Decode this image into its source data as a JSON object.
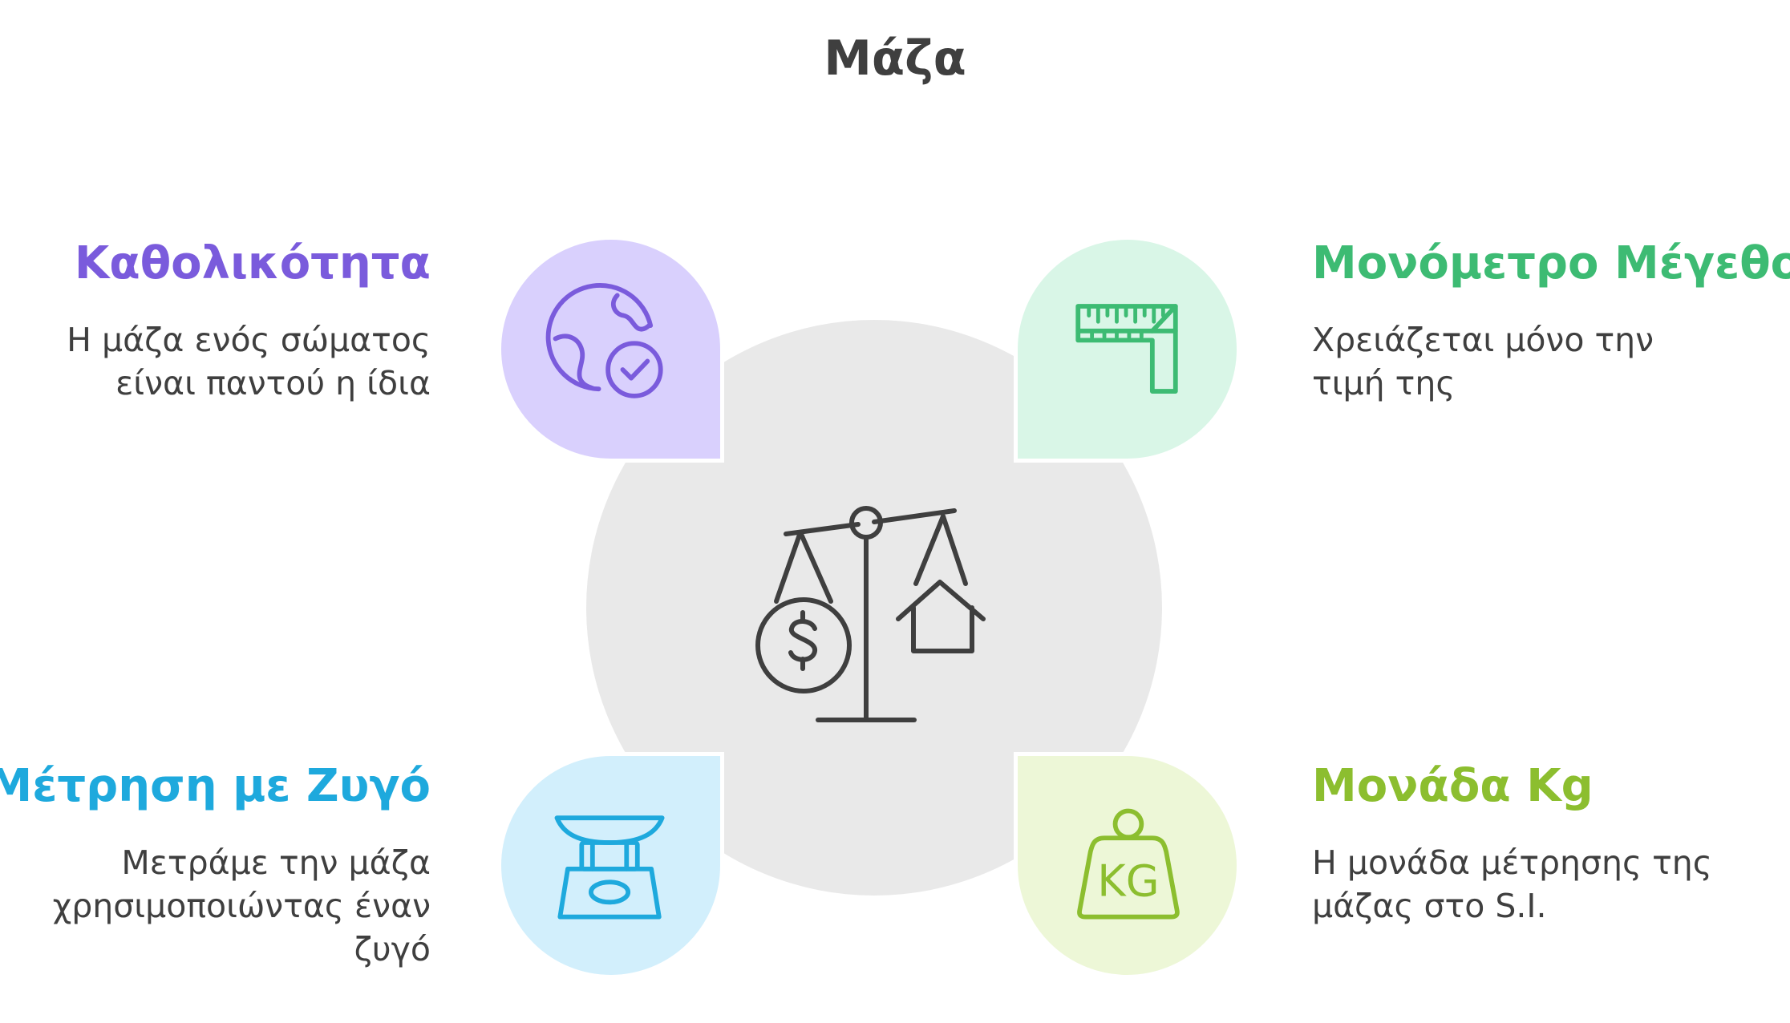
{
  "title": "Μάζα",
  "colors": {
    "center_circle": "#e9e9e9",
    "center_icon": "#3f3f3f",
    "purple": "#7a5bdc",
    "purple_bg": "#d9d0fd",
    "green": "#3dbb73",
    "green_bg": "#d9f6e7",
    "blue": "#1ea9dd",
    "blue_bg": "#d2effc",
    "lime": "#8cbe2f",
    "lime_bg": "#edf7d7"
  },
  "center": {
    "icon": "balance-scale-icon"
  },
  "items": {
    "universality": {
      "heading": "Καθολικότητα",
      "description_line1": "Η μάζα ενός σώματος",
      "description_line2": "είναι παντού η ίδια",
      "icon": "globe-check-icon"
    },
    "scalar": {
      "heading": "Μονόμετρο Μέγεθος",
      "description_line1": "Χρειάζεται μόνο την",
      "description_line2": "τιμή της",
      "icon": "ruler-icon"
    },
    "measurement": {
      "heading": "Μέτρηση με Ζυγό",
      "description_line1": "Μετράμε την μάζα",
      "description_line2": "χρησιμοποιώντας έναν",
      "description_line3": "ζυγό",
      "icon": "weighing-scale-icon"
    },
    "unit": {
      "heading": "Μονάδα Kg",
      "description_line1": "Η μονάδα μέτρησης της",
      "description_line2": "μάζας στο S.I.",
      "icon": "kg-weight-icon",
      "icon_text": "KG"
    }
  }
}
